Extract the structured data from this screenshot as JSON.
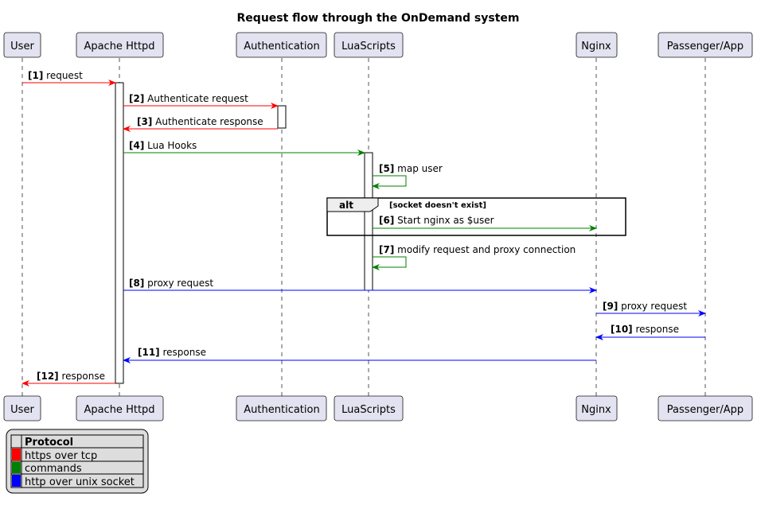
{
  "title": "Request flow through the OnDemand system",
  "participants": [
    {
      "id": "user",
      "label": "User"
    },
    {
      "id": "apache",
      "label": "Apache Httpd"
    },
    {
      "id": "auth",
      "label": "Authentication"
    },
    {
      "id": "lua",
      "label": "LuaScripts"
    },
    {
      "id": "nginx",
      "label": "Nginx"
    },
    {
      "id": "passenger",
      "label": "Passenger/App"
    }
  ],
  "colors": {
    "https": "#ff0000",
    "commands": "#008000",
    "http_unix": "#0000ff"
  },
  "messages": [
    {
      "num": "[1]",
      "text": "request",
      "from": "user",
      "to": "apache",
      "color": "#ff0000"
    },
    {
      "num": "[2]",
      "text": "Authenticate request",
      "from": "apache",
      "to": "auth",
      "color": "#ff0000"
    },
    {
      "num": "[3]",
      "text": "Authenticate response",
      "from": "auth",
      "to": "apache",
      "color": "#ff0000"
    },
    {
      "num": "[4]",
      "text": "Lua Hooks",
      "from": "apache",
      "to": "lua",
      "color": "#008000"
    },
    {
      "num": "[5]",
      "text": "map user",
      "from": "lua",
      "to": "lua",
      "color": "#008000"
    },
    {
      "num": "[6]",
      "text": "Start nginx as $user",
      "from": "lua",
      "to": "nginx",
      "color": "#008000"
    },
    {
      "num": "[7]",
      "text": "modify request and proxy connection",
      "from": "lua",
      "to": "lua",
      "color": "#008000"
    },
    {
      "num": "[8]",
      "text": "proxy request",
      "from": "apache",
      "to": "nginx",
      "color": "#0000ff"
    },
    {
      "num": "[9]",
      "text": "proxy request",
      "from": "nginx",
      "to": "passenger",
      "color": "#0000ff"
    },
    {
      "num": "[10]",
      "text": "response",
      "from": "passenger",
      "to": "nginx",
      "color": "#0000ff"
    },
    {
      "num": "[11]",
      "text": "response",
      "from": "nginx",
      "to": "apache",
      "color": "#0000ff"
    },
    {
      "num": "[12]",
      "text": "response",
      "from": "apache",
      "to": "user",
      "color": "#ff0000"
    }
  ],
  "alt": {
    "keyword": "alt",
    "condition": "[socket doesn't exist]"
  },
  "legend": {
    "header": "Protocol",
    "items": [
      {
        "label": "https over tcp",
        "color": "#ff0000"
      },
      {
        "label": "commands",
        "color": "#008000"
      },
      {
        "label": "http over unix socket",
        "color": "#0000ff"
      }
    ]
  }
}
